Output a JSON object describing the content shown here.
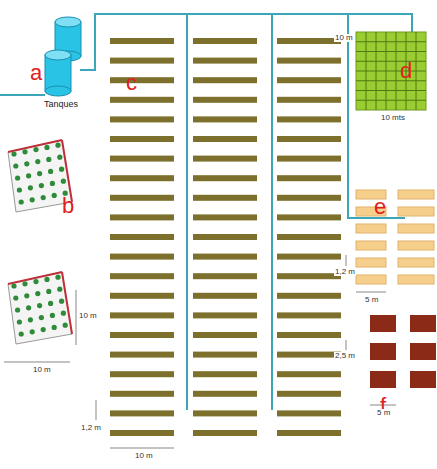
{
  "diagram": {
    "labels": [
      "a",
      "Tanques",
      "c",
      "b",
      "d",
      "10 m",
      "10 mts",
      "e",
      "1,2 m",
      "5 m",
      "f",
      "2,5 m",
      "5 m",
      "10 m",
      "10 m",
      "1,2 m",
      "10 m"
    ]
  }
}
